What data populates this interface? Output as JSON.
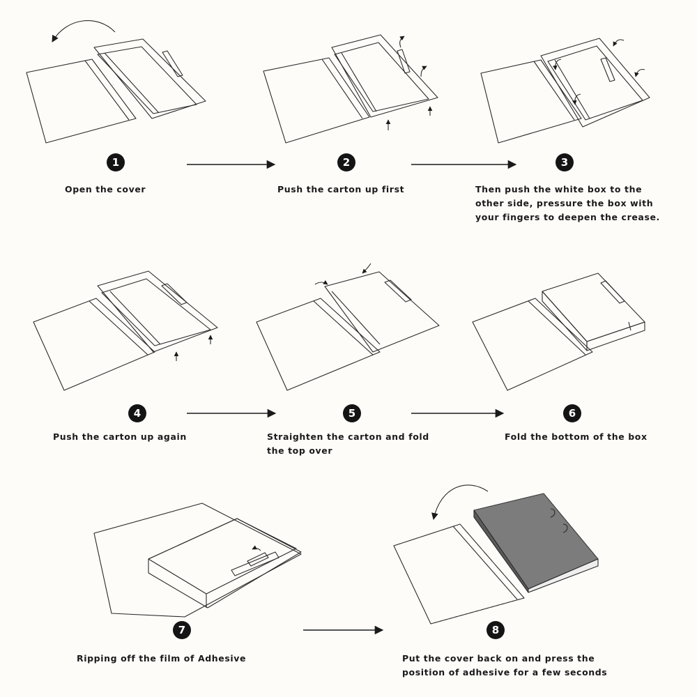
{
  "steps": [
    {
      "number": "1",
      "caption": [
        "Open the cover"
      ]
    },
    {
      "number": "2",
      "caption": [
        "Push the carton up first"
      ]
    },
    {
      "number": "3",
      "caption": [
        "Then push the white box to the",
        "other side, pressure the box with",
        "your fingers to deepen the crease."
      ]
    },
    {
      "number": "4",
      "caption": [
        "Push the carton up again"
      ]
    },
    {
      "number": "5",
      "caption": [
        "Straighten the carton and fold",
        "the top over"
      ]
    },
    {
      "number": "6",
      "caption": [
        "Fold the bottom of the box"
      ]
    },
    {
      "number": "7",
      "caption": [
        "Ripping off the film of Adhesive"
      ]
    },
    {
      "number": "8",
      "caption": [
        "Put the cover back on and press the",
        "position of adhesive for a few seconds"
      ]
    }
  ],
  "colors": {
    "line": "#2a2a2a",
    "badge": "#141414",
    "box_fill": "#7c7c7c",
    "paper": "#fdfcf9"
  }
}
